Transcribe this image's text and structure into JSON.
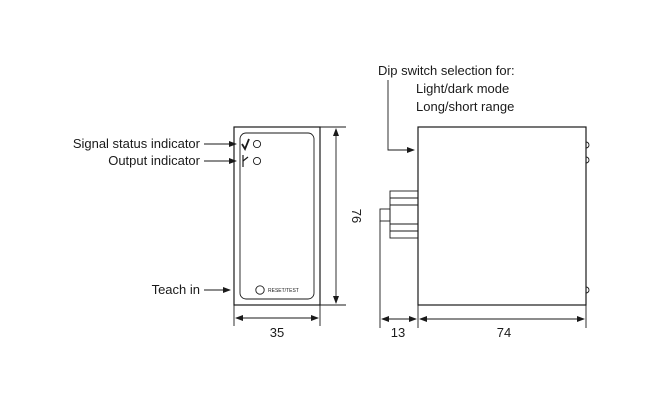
{
  "labels": {
    "signal_status": "Signal status indicator",
    "output": "Output indicator",
    "teach_in": "Teach in",
    "dip_title": "Dip switch selection for:",
    "dip_line1": "Light/dark mode",
    "dip_line2": "Long/short range",
    "reset_test": "RESET/TEST"
  },
  "dimensions": {
    "front_width": "35",
    "front_height": "76",
    "side_connector": "13",
    "side_body": "74"
  },
  "icons": {
    "signal_symbol": "check-mark-icon",
    "output_symbol": "output-symbol-icon"
  }
}
